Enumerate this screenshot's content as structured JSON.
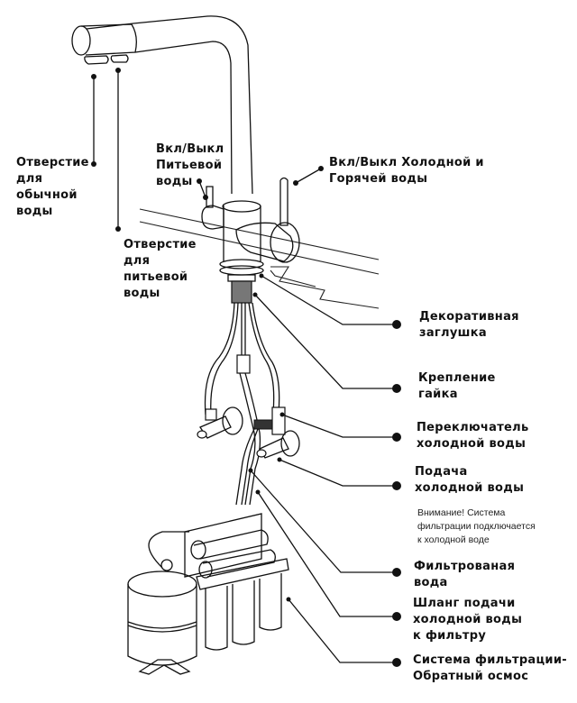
{
  "diagram": {
    "language": "ru",
    "subject": "Faucet with drinking water outlet and reverse osmosis filter connection",
    "labels": {
      "regular_water_outlet": "Отверстие\nдля\nобычной\nводы",
      "drinking_water_outlet": "Отверстие\nдля\nпитьевой\nводы",
      "drinking_water_switch": "Вкл/Выкл\nПитьевой\nводы",
      "hot_cold_switch": "Вкл/Выкл Холодной и\nГорячей воды",
      "decorative_cap": "Декоративная\nзаглушка",
      "mounting_nut": "Крепление\nгайка",
      "cold_water_switch": "Переключатель\nхолодной воды",
      "cold_water_supply": "Подача\nхолодной воды",
      "attention_note": "Внимание! Система\nфильтрации подключается\nк холодной воде",
      "filtered_water": "Фильтрованая\nвода",
      "cold_water_hose_to_filter": "Шланг подачи\nхолодной воды\nк фильтру",
      "filtration_system": "Системa фильтрации-\nОбратный осмос"
    },
    "components": [
      "faucet-spout",
      "drinking-water-lever",
      "hot-cold-lever",
      "countertop",
      "decorative-cap",
      "mounting-nut",
      "flexible-hoses",
      "angle-valves",
      "reverse-osmosis-filter-unit",
      "storage-tank"
    ]
  }
}
